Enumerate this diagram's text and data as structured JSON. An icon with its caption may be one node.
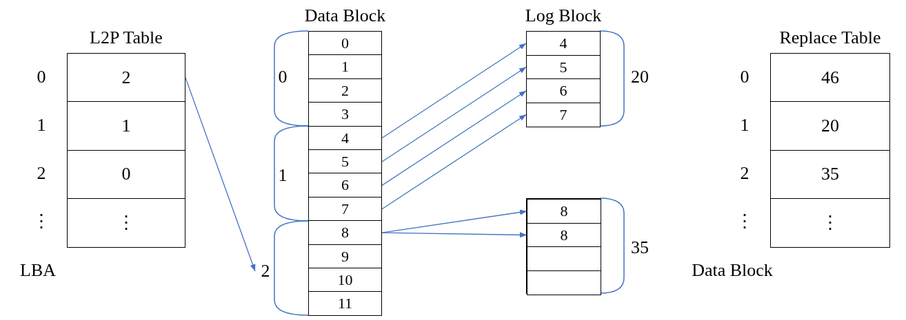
{
  "diagram": {
    "nodes": [
      {
        "text": [
          "L2P Table"
        ]
      },
      {
        "text": [
          "2"
        ],
        "in": 0
      },
      {
        "text": [
          "1"
        ],
        "in": 0
      },
      {
        "text": [
          "0"
        ],
        "in": 0
      },
      {
        "text": [
          "⋮"
        ],
        "in": 0
      },
      {
        "text": [
          "Data Block"
        ]
      },
      {
        "text": [
          "0"
        ],
        "in": 5
      },
      {
        "text": [
          "1"
        ],
        "in": 5
      },
      {
        "text": [
          "2"
        ],
        "in": 5
      },
      {
        "text": [
          "3"
        ],
        "in": 5
      },
      {
        "text": [
          "4"
        ],
        "in": 5
      },
      {
        "text": [
          "5"
        ],
        "in": 5
      },
      {
        "text": [
          "6"
        ],
        "in": 5
      },
      {
        "text": [
          "7"
        ],
        "in": 5
      },
      {
        "text": [
          "8"
        ],
        "in": 5
      },
      {
        "text": [
          "9"
        ],
        "in": 5
      },
      {
        "text": [
          "10"
        ],
        "in": 5
      },
      {
        "text": [
          "11"
        ],
        "in": 5
      },
      {
        "text": [
          "Log Block"
        ],
        "beside": [
          "20"
        ]
      },
      {
        "text": [
          "4"
        ],
        "in": 18
      },
      {
        "text": [
          "5"
        ],
        "in": 18
      },
      {
        "text": [
          "6"
        ],
        "in": 18
      },
      {
        "text": [
          "7"
        ],
        "in": 18
      },
      {
        "text": [],
        "shape": "box",
        "beside": [
          "35"
        ]
      },
      {
        "text": [
          "8"
        ],
        "in": 23
      },
      {
        "text": [
          "8"
        ],
        "in": 23
      },
      {
        "text": [],
        "shape": "box",
        "in": 23
      },
      {
        "text": [],
        "shape": "box",
        "in": 23
      },
      {
        "text": [
          "Replace Table"
        ]
      },
      {
        "text": [
          "46"
        ],
        "in": 28
      },
      {
        "text": [
          "20"
        ],
        "in": 28
      },
      {
        "text": [
          "35"
        ],
        "in": 28
      },
      {
        "text": [
          "⋮"
        ],
        "in": 28
      },
      {
        "text": [
          "2"
        ]
      }
    ],
    "edges": [
      {
        "from": 1,
        "to": 33,
        "arrow": "to"
      },
      {
        "from": 10,
        "to": 19,
        "arrow": "to"
      },
      {
        "from": 11,
        "to": 20,
        "arrow": "to"
      },
      {
        "from": 12,
        "to": 21,
        "arrow": "to"
      },
      {
        "from": 13,
        "to": 22,
        "arrow": "to"
      },
      {
        "from": 14,
        "to": 24,
        "arrow": "to"
      },
      {
        "from": 14,
        "to": 25,
        "arrow": "to"
      }
    ],
    "labels": [
      "0",
      "1",
      "2",
      "⋮",
      "LBA",
      "0",
      "1",
      "0",
      "1",
      "2",
      "⋮",
      "Data Block"
    ]
  }
}
